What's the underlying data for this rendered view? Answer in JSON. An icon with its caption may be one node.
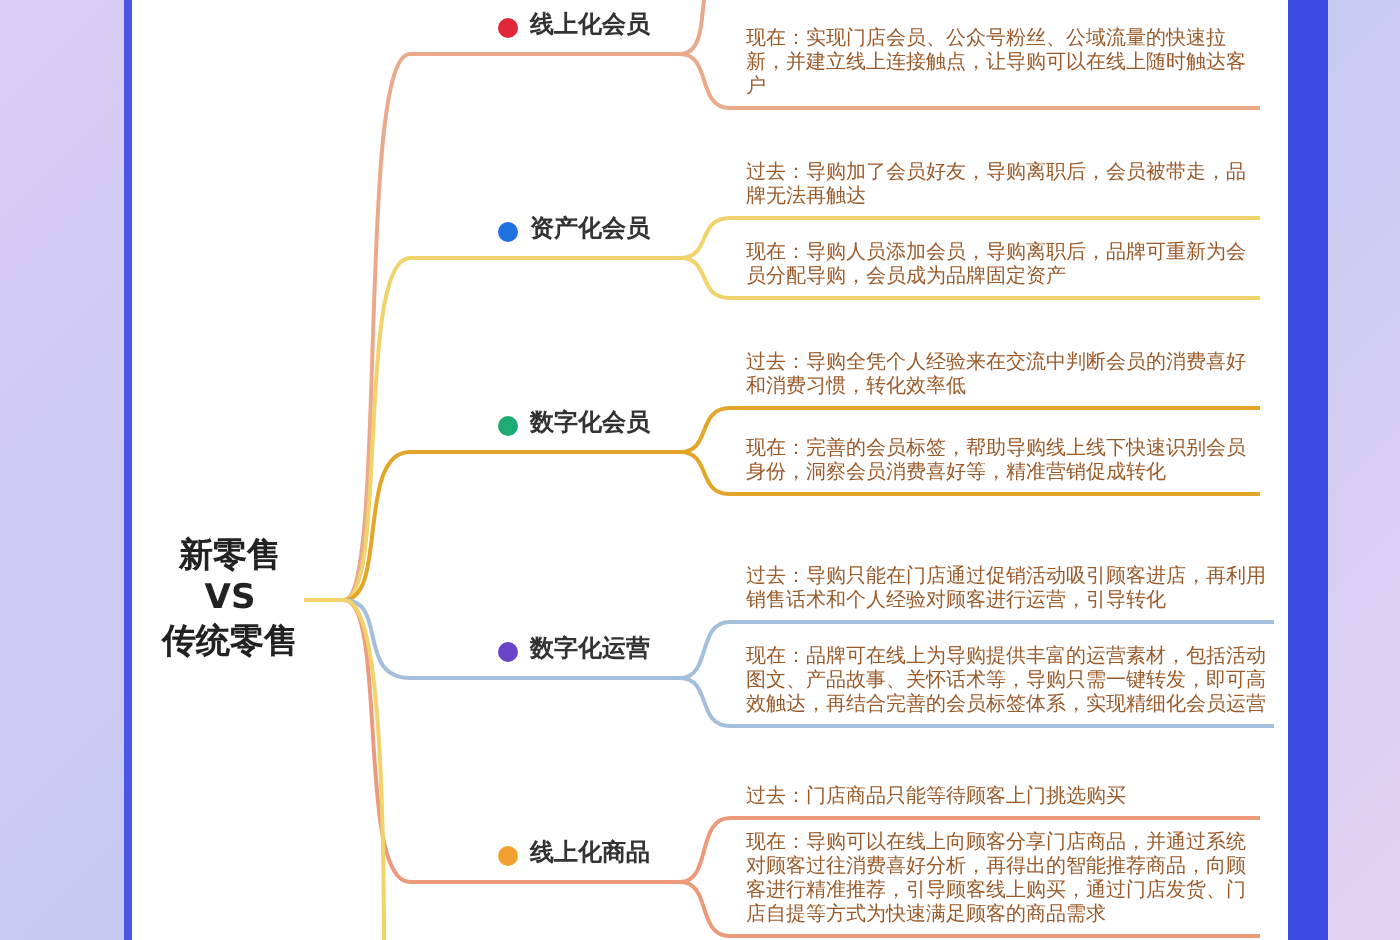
{
  "diagram": {
    "nodes": [
      {
        "text": [
          "新零售 VS 传统零售"
        ]
      },
      {
        "text": [
          "线上化会员"
        ]
      },
      {
        "text": [
          "现在：实现门店会员、公众号粉丝、公域流量的快速拉新，并建立线上连接触点，让导购可以在线上随时触达客户"
        ]
      },
      {
        "text": [
          "资产化会员"
        ]
      },
      {
        "text": [
          "过去：导购加了会员好友，导购离职后，会员被带走，品牌无法再触达"
        ]
      },
      {
        "text": [
          "现在：导购人员添加会员，导购离职后，品牌可重新为会员分配导购，会员成为品牌固定资产"
        ]
      },
      {
        "text": [
          "数字化会员"
        ]
      },
      {
        "text": [
          "过去：导购全凭个人经验来在交流中判断会员的消费喜好和消费习惯，转化效率低"
        ]
      },
      {
        "text": [
          "现在：完善的会员标签，帮助导购线上线下快速识别会员身份，洞察会员消费喜好等，精准营销促成转化"
        ]
      },
      {
        "text": [
          "数字化运营"
        ]
      },
      {
        "text": [
          "过去：导购只能在门店通过促销活动吸引顾客进店，再利用销售话术和个人经验对顾客进行运营，引导转化"
        ]
      },
      {
        "text": [
          "现在：品牌可在线上为导购提供丰富的运营素材，包括活动图文、产品故事、关怀话术等，导购只需一键转发，即可高效触达，再结合完善的会员标签体系，实现精细化会员运营"
        ]
      },
      {
        "text": [
          "线上化商品"
        ]
      },
      {
        "text": [
          "过去：门店商品只能等待顾客上门挑选购买"
        ]
      },
      {
        "text": [
          "现在：导购可以在线上向顾客分享门店商品，并通过系统对顾客过往消费喜好分析，再得出的智能推荐商品，向顾客进行精准推荐，引导顾客线上购买，通过门店发货、门店自提等方式为快速满足顾客的商品需求"
        ]
      }
    ],
    "edges": [
      {
        "from": 0,
        "to": 1,
        "arrow": "none",
        "color": "#eba98c"
      },
      {
        "from": 0,
        "to": 3,
        "arrow": "none",
        "color": "#f0d36a"
      },
      {
        "from": 0,
        "to": 6,
        "arrow": "none",
        "color": "#e3a52a"
      },
      {
        "from": 0,
        "to": 9,
        "arrow": "none",
        "color": "#a3bfdc"
      },
      {
        "from": 0,
        "to": 12,
        "arrow": "none",
        "color": "#ec9a7c"
      },
      {
        "from": 0,
        "to": null,
        "arrow": "none",
        "color": "#f0d36a"
      },
      {
        "from": 1,
        "to": 2,
        "arrow": "none",
        "color": "#eba98c"
      },
      {
        "from": 1,
        "to": null,
        "arrow": "none",
        "color": "#eba98c"
      },
      {
        "from": 3,
        "to": 4,
        "arrow": "none",
        "color": "#f0d36a"
      },
      {
        "from": 3,
        "to": 5,
        "arrow": "none",
        "color": "#f0d36a"
      },
      {
        "from": 6,
        "to": 7,
        "arrow": "none",
        "color": "#e3a52a"
      },
      {
        "from": 6,
        "to": 8,
        "arrow": "none",
        "color": "#e3a52a"
      },
      {
        "from": 9,
        "to": 10,
        "arrow": "none",
        "color": "#a3bfdc"
      },
      {
        "from": 9,
        "to": 11,
        "arrow": "none",
        "color": "#a3bfdc"
      },
      {
        "from": 12,
        "to": 13,
        "arrow": "none",
        "color": "#ec9a7c"
      },
      {
        "from": 12,
        "to": 14,
        "arrow": "none",
        "color": "#ec9a7c"
      }
    ]
  }
}
